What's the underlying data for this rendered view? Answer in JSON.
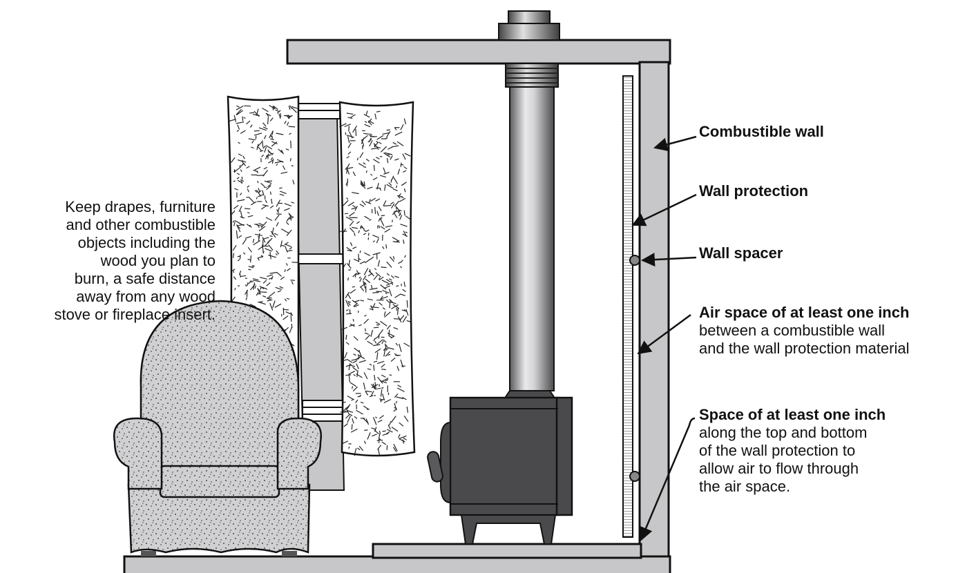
{
  "diagram": {
    "left_note": [
      "Keep drapes, furniture",
      "and other combustible",
      "objects including the",
      "wood you plan to",
      "burn, a safe distance",
      "away from any wood",
      "stove or fireplace insert."
    ],
    "labels": {
      "combustible_wall": "Combustible wall",
      "wall_protection": "Wall protection",
      "wall_spacer": "Wall spacer",
      "air_space_title": "Air space of at least one inch",
      "air_space_line1": "between a combustible wall",
      "air_space_line2": "and the wall protection material",
      "space_title": "Space of at least one inch",
      "space_line1": "along the top and bottom",
      "space_line2": "of the wall protection to",
      "space_line3": "allow air to flow through",
      "space_line4": "the air space."
    },
    "colors": {
      "gray_fill": "#c7c7c9",
      "stove": "#4a4a4c",
      "outline": "#111111"
    }
  }
}
